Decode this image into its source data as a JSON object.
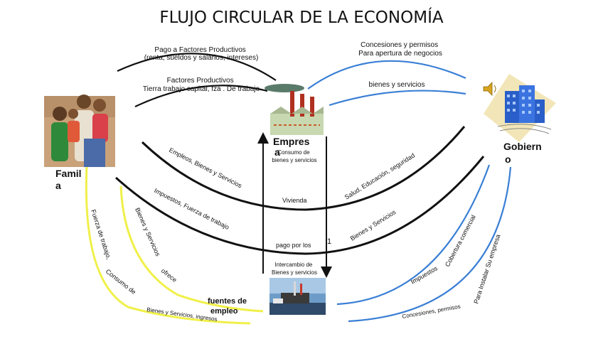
{
  "title": "FLUJO CIRCULAR DE LA ECONOMÍA",
  "nodes": {
    "familia": [
      "Famil",
      "a"
    ],
    "empresa": [
      "Empres",
      "a"
    ],
    "gobierno": [
      "Gobiern",
      "o"
    ]
  },
  "labels": {
    "pago_factores": [
      "Pago  a Factores Productivos",
      "(renta, sueldos y salarios, intereses)"
    ],
    "factores": [
      "Factores  Productivos",
      "Tierra trabajo capital, fza . De trabajo"
    ],
    "concesiones_top": [
      "Concesiones y permisos",
      "Para apertura de negocios"
    ],
    "bienes_servicios_top": "bienes y servicios",
    "consumo": [
      "Consumo de",
      "bienes y servicios"
    ],
    "empleos": "Empleos, Bienes y Servicios",
    "salud": "Salud, Educación, seguridad",
    "vivienda": "Vivienda",
    "impuestos_fuerza": "Impuestos, Fuerza de trabajo",
    "bienes_servicios_right": "Bienes y Servicios",
    "pago_por_los": "pago por los",
    "one": "1",
    "intercambio": [
      "Intercambio de",
      "Bienes y servicios"
    ],
    "fuerza_trabajo": "Fuerza de trabajo,",
    "consumo_de": "Consumo de",
    "bienes_servicios_left": "Bienes y Servicios",
    "ofrece": "ofrece",
    "fuentes_empleo": [
      "fuentes de",
      "empleo"
    ],
    "bienes_ingresos": "Bienes y Servicios, ingresos",
    "impuestos": "Impuestos",
    "cobertura": "Cobertura comercial",
    "instalar": "Para Instalar Su empresa",
    "concesiones_bottom": "Concesiones, permisos"
  },
  "colors": {
    "black_flow": "#111111",
    "blue_flow": "#3a7fd5",
    "yellow_flow": "#f0f04a"
  },
  "icons": [
    "family-photo",
    "factory-icon",
    "government-building-icon",
    "speaker-icon",
    "port-photo"
  ]
}
